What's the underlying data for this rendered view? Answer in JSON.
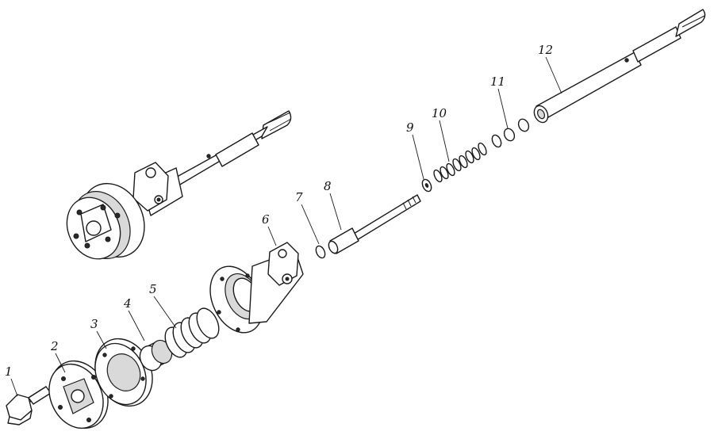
{
  "diagram": {
    "labels": [
      {
        "id": "1",
        "text": "1"
      },
      {
        "id": "2",
        "text": "2"
      },
      {
        "id": "3",
        "text": "3"
      },
      {
        "id": "4",
        "text": "4"
      },
      {
        "id": "5",
        "text": "5"
      },
      {
        "id": "6",
        "text": "6"
      },
      {
        "id": "7",
        "text": "7"
      },
      {
        "id": "8",
        "text": "8"
      },
      {
        "id": "9",
        "text": "9"
      },
      {
        "id": "10",
        "text": "10"
      },
      {
        "id": "11",
        "text": "11"
      },
      {
        "id": "12",
        "text": "12"
      }
    ],
    "line_color": "#1a1a1a",
    "background": "#ffffff"
  }
}
